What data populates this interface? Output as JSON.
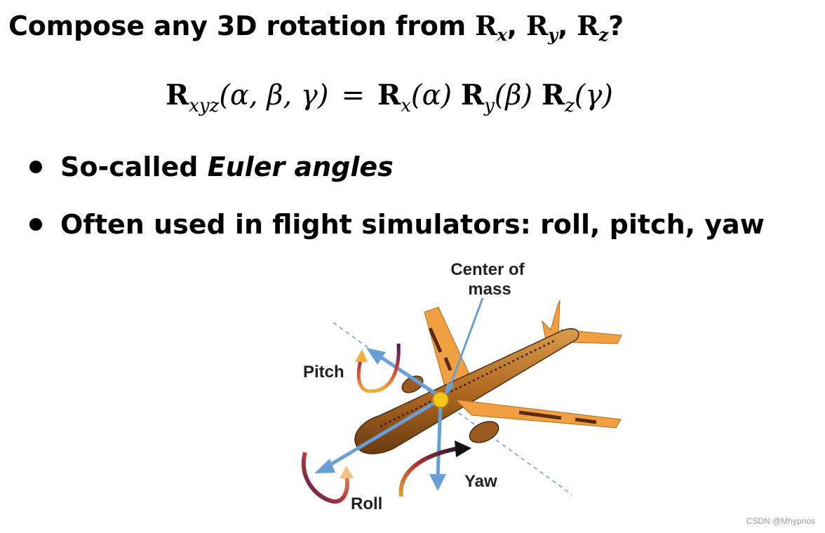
{
  "title": {
    "prefix": "Compose any 3D rotation from ",
    "R": "R",
    "x": "x",
    "y": "y",
    "z": "z",
    "comma": ", ",
    "suffix": "?"
  },
  "equation": {
    "lhs_R": "R",
    "lhs_sub": "xyz",
    "lhs_args": "(α, β, γ)",
    "equals": "=",
    "rx_R": "R",
    "rx_sub": "x",
    "rx_arg": "(α)",
    "ry_R": "R",
    "ry_sub": "y",
    "ry_arg": "(β)",
    "rz_R": "R",
    "rz_sub": "z",
    "rz_arg": "(γ)"
  },
  "bullets": [
    {
      "text": "So-called ",
      "emphasis": "Euler angles"
    },
    {
      "text": "Often used in flight simulators: roll, pitch, yaw"
    }
  ],
  "figure": {
    "labels": {
      "center_of_mass_line1": "Center of",
      "center_of_mass_line2": "mass",
      "pitch": "Pitch",
      "roll": "Roll",
      "yaw": "Yaw"
    },
    "colors": {
      "fuselage": "#c07a2c",
      "wing": "#f0a040",
      "stripe": "#5a2a10",
      "axis_arrow": "#6a9fd6",
      "center_of_mass": "#f5c518"
    }
  },
  "watermark": "CSDN @Mhypnos"
}
